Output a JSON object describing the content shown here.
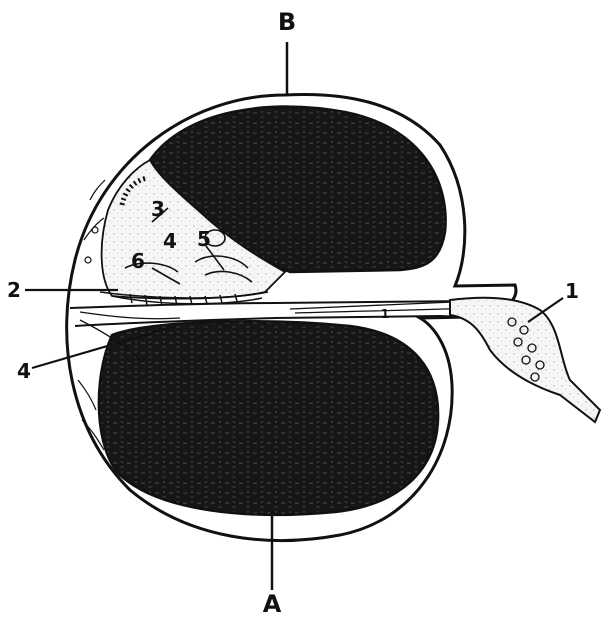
{
  "diagram": {
    "axis_labels": {
      "top": "B",
      "bottom": "A"
    },
    "callouts": {
      "c1": "1",
      "c2": "2",
      "c4": "4",
      "c1_small": "1"
    },
    "inner_labels": {
      "n3": "3",
      "n4": "4",
      "n5": "5",
      "n6": "6"
    },
    "colors": {
      "ink": "#111111",
      "fill_dark": "#161616",
      "paper": "#ffffff",
      "tissue": "#f4f4f4"
    }
  }
}
